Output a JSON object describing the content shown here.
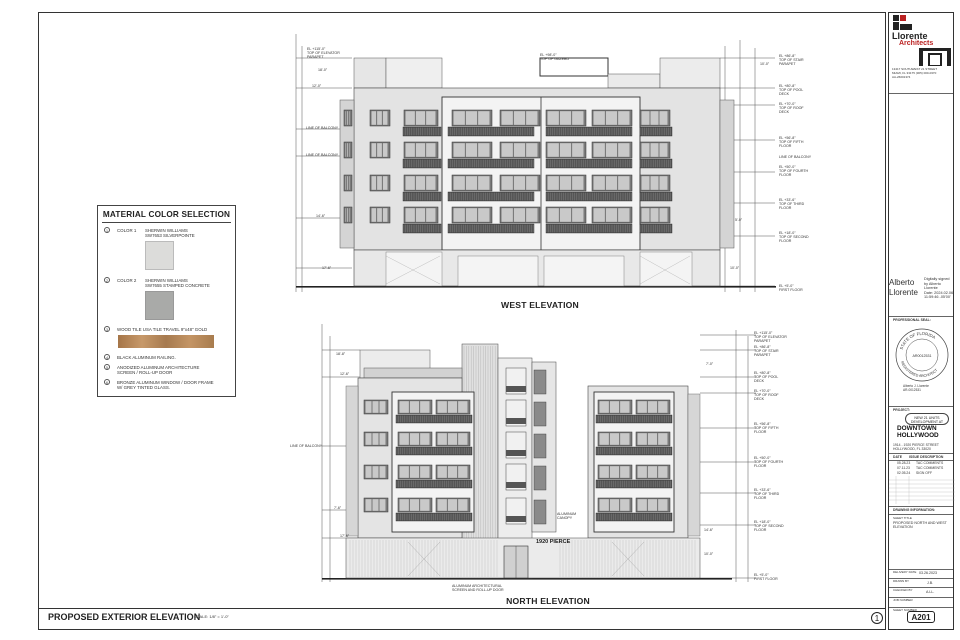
{
  "legend": {
    "title": "MATERIAL COLOR SELECTION",
    "items": [
      {
        "num": "1",
        "label": "COLOR 1",
        "desc_line1": "SHERWIN WILLIAMS",
        "desc_line2": "SW7653 SILVERPOINTE",
        "swatch": "#dcdcda"
      },
      {
        "num": "2",
        "label": "COLOR 2",
        "desc_line1": "SHERWIN WILLIAMS",
        "desc_line2": "SW7655 STAMPED CONCRETE",
        "swatch": "#a9aaa8"
      },
      {
        "num": "3",
        "text": "WOOD TILE USA TILE TRAVEL 9\"x48\" GOLD",
        "swatch": "#b8875a"
      },
      {
        "num": "4",
        "text": "BLACK ALUMINUM RAILING."
      },
      {
        "num": "5",
        "text": "ANODIZED ALUMINUM ARCHITECTURE",
        "text2": "SCREEN / ROLL-UP DOOR"
      },
      {
        "num": "6",
        "text": "BRONZE ALUMINUM WINDOW / DOOR FRAME",
        "text2": "W/ GREY TINTED GLASS."
      }
    ]
  },
  "west": {
    "title": "WEST ELEVATION",
    "levels": [
      {
        "el": "EL +86'-8\"",
        "name": "TOP OF STAIR",
        "name2": "PARAPET"
      },
      {
        "el": "EL +80'-8\"",
        "name": "TOP OF POOL",
        "name2": "DECK"
      },
      {
        "el": "EL +70'-0\"",
        "name": "TOP OF ROOF",
        "name2": "DECK"
      },
      {
        "el": "EL +56'-8\"",
        "name": "TOP OF FIFTH",
        "name2": "FLOOR"
      },
      {
        "el": "",
        "name": "LINE OF BALCONY",
        "name2": ""
      },
      {
        "el": "EL +50'-0\"",
        "name": "TOP OF FOURTH",
        "name2": "FLOOR"
      },
      {
        "el": "EL +33'-6\"",
        "name": "TOP OF THIRD",
        "name2": "FLOOR"
      },
      {
        "el": "EL +18'-0\"",
        "name": "TOP OF SECOND",
        "name2": "FLOOR"
      },
      {
        "el": "EL +5'-0\"",
        "name": "FIRST FLOOR",
        "name2": ""
      }
    ],
    "top_left_note": "EL +115'-0\"",
    "top_left_note2": "TOP OF ELEVATOR",
    "top_left_note3": "PARAPET",
    "top_center_note": "EL +98'-0\"",
    "top_center_note2": "TOP OF GAZEBO",
    "left_notes": [
      "LINE OF BALCONY",
      "LINE OF BALCONY"
    ],
    "dims_left": [
      "18'-0\"",
      "12'-0\"",
      "14'-6\"",
      "17'-6\""
    ],
    "dims_right": [
      "10'-0\"",
      "5'-0\"",
      "10'-0\""
    ]
  },
  "north": {
    "title": "NORTH ELEVATION",
    "address": "1920 PIERCE",
    "canopy_note": "ALUMINUM",
    "canopy_note2": "CANOPY",
    "screen_note": "ALUMINUM ARCHITECTURAL",
    "screen_note2": "SCREEN AND ROLL-UP DOOR",
    "left_note": "LINE OF BALCONY",
    "levels": [
      {
        "el": "EL +115'-0\"",
        "name": "TOP OF ELEVATOR",
        "name2": "PARAPET"
      },
      {
        "el": "EL +86'-8\"",
        "name": "TOP OF STAIR",
        "name2": "PARAPET"
      },
      {
        "el": "EL +80'-8\"",
        "name": "TOP OF POOL",
        "name2": "DECK"
      },
      {
        "el": "EL +70'-0\"",
        "name": "TOP OF ROOF",
        "name2": "DECK"
      },
      {
        "el": "EL +56'-8\"",
        "name": "TOP OF FIFTH",
        "name2": "FLOOR"
      },
      {
        "el": "EL +50'-0\"",
        "name": "TOP OF FOURTH",
        "name2": "FLOOR"
      },
      {
        "el": "EL +33'-6\"",
        "name": "TOP OF THIRD",
        "name2": "FLOOR"
      },
      {
        "el": "EL +18'-0\"",
        "name": "TOP OF SECOND",
        "name2": "FLOOR"
      },
      {
        "el": "EL +5'-0\"",
        "name": "FIRST FLOOR",
        "name2": ""
      }
    ],
    "dims_left": [
      "18'-8\"",
      "12'-6\"",
      "7'-6\"",
      "17'-6\""
    ],
    "dims_right": [
      "7'-0\"",
      "14'-6\"",
      "10'-0\""
    ]
  },
  "sheet": {
    "title": "PROPOSED EXTERIOR ELEVATION",
    "scale": "SCALE: 1/8\" = 1'-0\"",
    "sheet_circle": "1",
    "sheet_number": "A201"
  },
  "title_block": {
    "firm_top": "Llorente",
    "firm_bottom": "Architects",
    "firm_addr1": "13417 SOUTHWEST 21 STREET",
    "firm_addr2": "MIAMI, FL 33175 (305) 000-0370",
    "firm_addr3": "AA-26001374",
    "sig_name1": "Alberto",
    "sig_name2": "Llorente",
    "sig_text1": "Digitally signed",
    "sig_text2": "by Alberto",
    "sig_text3": "Llorente",
    "sig_text4": "Date: 2024.02.06",
    "sig_text5": "11:59:46 -05'00'",
    "seal_label": "PROFESSIONAL SEAL:",
    "seal_ring_top": "STATE OF FLORIDA",
    "seal_ring_bottom": "REGISTERED ARCHITECT",
    "seal_number": "AR0012531",
    "seal_caption1": "Alberto J. Llorente",
    "seal_caption2": "AR-0012531",
    "project_label": "PROJECT:",
    "project_sub1": "NEW 21 UNITS",
    "project_sub2": "DEVELOPMENT AT",
    "project_main1": "DOWNTOWN",
    "project_main2": "HOLLYWOOD",
    "project_addr1": "1914 - 1920 PIERCE STREET",
    "project_addr2": "HOLLYWOOD, FL 33020",
    "issue_header_date": "DATE",
    "issue_header_desc": "ISSUE DESCRIPTION",
    "issues": [
      {
        "date": "05.28.23",
        "desc": "TAC COMMENTS"
      },
      {
        "date": "07.11.23",
        "desc": "TAC COMMENTS"
      },
      {
        "date": "02.05.24",
        "desc": "SIGN OFF"
      }
    ],
    "drawing_info_label": "DRAWING INFORMATION:",
    "sheet_title_label": "SHEET TITLE",
    "drawing_title1": "PROPOSED NORTH AND WEST",
    "drawing_title2": "ELEVATION",
    "delivery_label": "DELIVERY DATE",
    "delivery_value": "03.26.2023",
    "drawn_label": "DRAWN BY",
    "drawn_value": "J.B.",
    "checked_label": "CHECKED BY",
    "checked_value": "A.LL.",
    "job_label": "JOB NUMBER",
    "sheet_label": "SHEET NUMBER"
  }
}
